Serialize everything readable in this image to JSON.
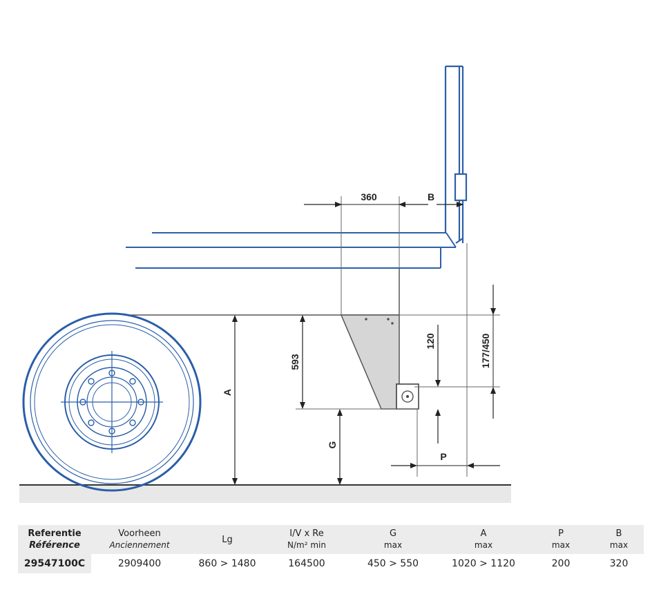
{
  "drawing": {
    "colors": {
      "frame": "#2d5ea8",
      "tyre": "#2a5ea8",
      "line": "#555555",
      "plate": "#d6d6d6",
      "ground": "#e8e8e8"
    },
    "dimensions": {
      "d360": "360",
      "b": "B",
      "d593": "593",
      "a": "A",
      "g": "G",
      "d120": "120",
      "d177_450": "177/450",
      "p": "P"
    }
  },
  "table": {
    "headers": [
      {
        "line1": "Referentie",
        "line2": "Référence"
      },
      {
        "line1": "Voorheen",
        "line2": "Anciennement"
      },
      {
        "line1": "Lg",
        "line2": ""
      },
      {
        "line1": "I/V x Re",
        "line2": "N/m² min"
      },
      {
        "line1": "G",
        "line2": "max"
      },
      {
        "line1": "A",
        "line2": "max"
      },
      {
        "line1": "P",
        "line2": "max"
      },
      {
        "line1": "B",
        "line2": "max"
      }
    ],
    "row": [
      "29547100C",
      "2909400",
      "860 > 1480",
      "164500",
      "450 > 550",
      "1020 > 1120",
      "200",
      "320"
    ]
  }
}
